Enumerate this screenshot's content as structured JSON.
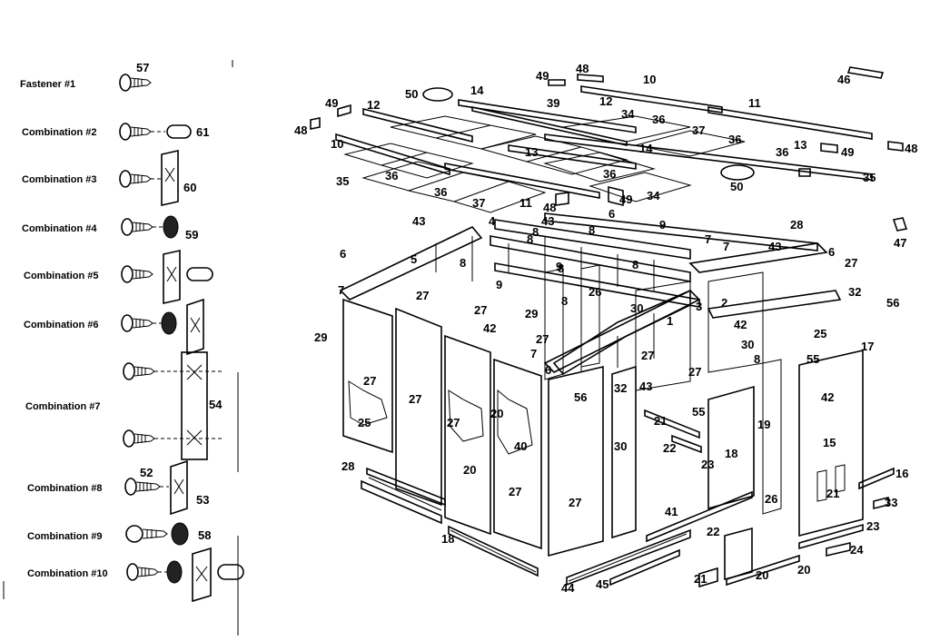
{
  "legend": [
    {
      "label": "Fastener #1",
      "parts": [
        "57"
      ]
    },
    {
      "label": "Combination #2",
      "parts": [
        "61"
      ]
    },
    {
      "label": "Combination #3",
      "parts": [
        "60"
      ]
    },
    {
      "label": "Combination #4",
      "parts": [
        "59"
      ]
    },
    {
      "label": "Combination #5",
      "parts": []
    },
    {
      "label": "Combination #6",
      "parts": []
    },
    {
      "label": "Combination #7",
      "parts": [
        "54"
      ]
    },
    {
      "label": "Combination #8",
      "parts": [
        "52",
        "53"
      ]
    },
    {
      "label": "Combination #9",
      "parts": [
        "58"
      ]
    },
    {
      "label": "Combination #10",
      "parts": []
    }
  ],
  "callouts": [
    "49",
    "48",
    "10",
    "46",
    "50",
    "14",
    "39",
    "12",
    "11",
    "49",
    "12",
    "34",
    "36",
    "37",
    "36",
    "36",
    "13",
    "49",
    "48",
    "48",
    "10",
    "14",
    "35",
    "36",
    "13",
    "36",
    "36",
    "37",
    "11",
    "48",
    "49",
    "34",
    "50",
    "35",
    "43",
    "4",
    "43",
    "6",
    "9",
    "28",
    "47",
    "6",
    "5",
    "8",
    "8",
    "8",
    "7",
    "7",
    "43",
    "6",
    "27",
    "7",
    "27",
    "9",
    "9",
    "8",
    "8",
    "8",
    "8",
    "32",
    "56",
    "27",
    "29",
    "42",
    "26",
    "30",
    "1",
    "3",
    "2",
    "42",
    "25",
    "17",
    "29",
    "27",
    "7",
    "6",
    "27",
    "30",
    "27",
    "55",
    "8",
    "27",
    "27",
    "56",
    "32",
    "43",
    "27",
    "42",
    "55",
    "19",
    "15",
    "25",
    "20",
    "21",
    "22",
    "23",
    "18",
    "21",
    "40",
    "30",
    "28",
    "20",
    "27",
    "27",
    "26",
    "16",
    "33",
    "41",
    "22",
    "23",
    "24",
    "20",
    "18",
    "44",
    "45",
    "21",
    "20",
    "33",
    "41",
    "17"
  ]
}
